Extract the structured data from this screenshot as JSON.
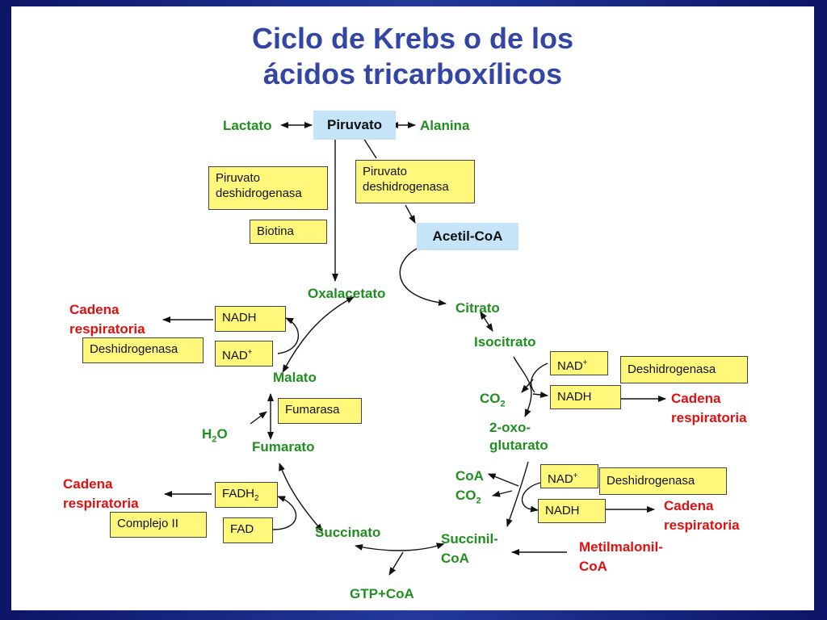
{
  "title": {
    "line1": "Ciclo de Krebs o de los",
    "line2": "ácidos tricarboxílicos"
  },
  "metabolites": {
    "lactato": "Lactato",
    "piruvato": "Piruvato",
    "alanina": "Alanina",
    "acetil_coa": "Acetil-CoA",
    "oxalacetato": "Oxalacetato",
    "citrato": "Citrato",
    "isocitrato": "Isocitrato",
    "oxoglutarato_1": "2-oxo-",
    "oxoglutarato_2": "glutarato",
    "succinil_1": "Succinil-",
    "succinil_2": "CoA",
    "succinato": "Succinato",
    "fumarato": "Fumarato",
    "malato": "Malato",
    "gtp": "GTP+CoA",
    "h2o_main": "H",
    "h2o_sub": "2",
    "h2o_end": "O",
    "coa": "CoA",
    "co2_main": "CO",
    "co2_sub": "2"
  },
  "enzymes": {
    "pdh_left_1": "Piruvato",
    "pdh_left_2": "deshidrogenasa",
    "pdh_right_1": "Piruvato",
    "pdh_right_2": "deshidrogenasa",
    "biotina": "Biotina",
    "deshidrogenasa": "Deshidrogenasa",
    "fumarasa": "Fumarasa",
    "complejo_ii": "Complejo II"
  },
  "cofactors": {
    "nadh": "NADH",
    "nad_main": "NAD",
    "nad_sup": "+",
    "fadh_main": "FADH",
    "fadh_sub": "2",
    "fad": "FAD"
  },
  "outputs": {
    "cadena_1": "Cadena",
    "cadena_2": "respiratoria",
    "metil_1": "Metilmalonil-",
    "metil_2": "CoA"
  }
}
